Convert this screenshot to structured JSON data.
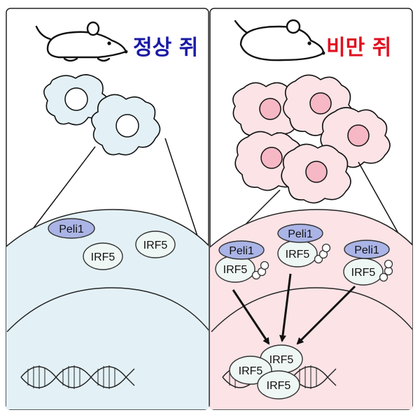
{
  "panels": {
    "left": {
      "title": "정상 쥐",
      "peli_label": "Peli1",
      "irf_labels": [
        "IRF5",
        "IRF5"
      ]
    },
    "right": {
      "title": "비만 쥐",
      "complex_peli_labels": [
        "Peli1",
        "Peli1",
        "Peli1"
      ],
      "complex_irf_labels": [
        "IRF5",
        "IRF5",
        "IRF5"
      ],
      "nuclear_irf_labels": [
        "IRF5",
        "IRF5",
        "IRF5"
      ]
    }
  },
  "colors": {
    "normal_title": "#1a1aa6",
    "obese_title": "#e01020",
    "normal_fill": "#e3f1f7",
    "obese_fill": "#fbe3e6",
    "obese_nucleus": "#f6b8c4",
    "peli_fill": "#aab4e6",
    "irf_fill": "#eef7f4"
  }
}
